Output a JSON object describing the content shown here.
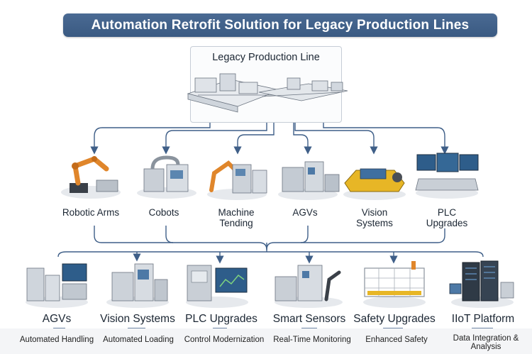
{
  "title": "Automation Retrofit Solution for Legacy Production Lines",
  "root": {
    "label": "Legacy Production Line",
    "icon": "factory-line-illustration"
  },
  "tier1": [
    {
      "label": "Robotic Arms",
      "icon": "robotic-arm-illustration"
    },
    {
      "label": "Cobots",
      "icon": "cobot-illustration"
    },
    {
      "label": "Machine Tending",
      "icon": "machine-tending-illustration"
    },
    {
      "label": "AGVs",
      "icon": "agv-illustration"
    },
    {
      "label": "Vision Systems",
      "icon": "vision-system-illustration"
    },
    {
      "label": "PLC Upgrades",
      "icon": "plc-console-illustration"
    }
  ],
  "tier2": [
    {
      "label": "AGVs",
      "sub": "Automated Handling",
      "icon": "agv-station-illustration"
    },
    {
      "label": "Vision Systems",
      "sub": "Automated Loading",
      "icon": "vision-station-illustration"
    },
    {
      "label": "PLC Upgrades",
      "sub": "Control Modernization",
      "icon": "plc-cabinet-illustration"
    },
    {
      "label": "Smart Sensors",
      "sub": "Real-Time Monitoring",
      "icon": "sensor-station-illustration"
    },
    {
      "label": "Safety Upgrades",
      "sub": "Enhanced Safety",
      "icon": "safety-fence-illustration"
    },
    {
      "label": "IIoT Platform",
      "sub": "Data Integration & Analysis",
      "icon": "server-rack-illustration"
    }
  ],
  "colors": {
    "banner": "#3f5f88",
    "wire": "#3f5f88",
    "accent": "#e0862b"
  }
}
